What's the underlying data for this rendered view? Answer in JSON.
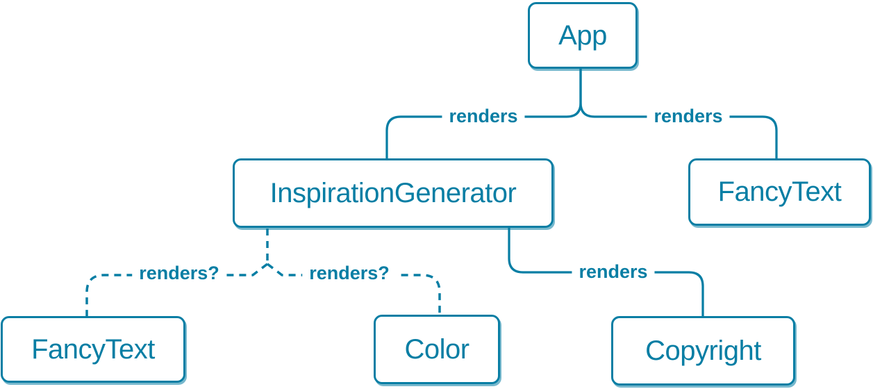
{
  "colors": {
    "accent": "#087ea4",
    "node_fill": "#ffffff",
    "shadow": "rgba(8,126,164,0.55)",
    "background": "#ffffff"
  },
  "diagram": {
    "type": "component-render-tree",
    "nodes": [
      {
        "id": "app",
        "label": "App"
      },
      {
        "id": "inspiration-generator",
        "label": "InspirationGenerator"
      },
      {
        "id": "fancy-text-top",
        "label": "FancyText"
      },
      {
        "id": "fancy-text-bottom",
        "label": "FancyText"
      },
      {
        "id": "color",
        "label": "Color"
      },
      {
        "id": "copyright",
        "label": "Copyright"
      }
    ],
    "edges": [
      {
        "from": "App",
        "to": "InspirationGenerator",
        "label": "renders",
        "style": "solid"
      },
      {
        "from": "App",
        "to": "FancyText",
        "label": "renders",
        "style": "solid"
      },
      {
        "from": "InspirationGenerator",
        "to": "FancyText",
        "label": "renders?",
        "style": "dashed"
      },
      {
        "from": "InspirationGenerator",
        "to": "Color",
        "label": "renders?",
        "style": "dashed"
      },
      {
        "from": "InspirationGenerator",
        "to": "Copyright",
        "label": "renders",
        "style": "solid"
      }
    ]
  }
}
